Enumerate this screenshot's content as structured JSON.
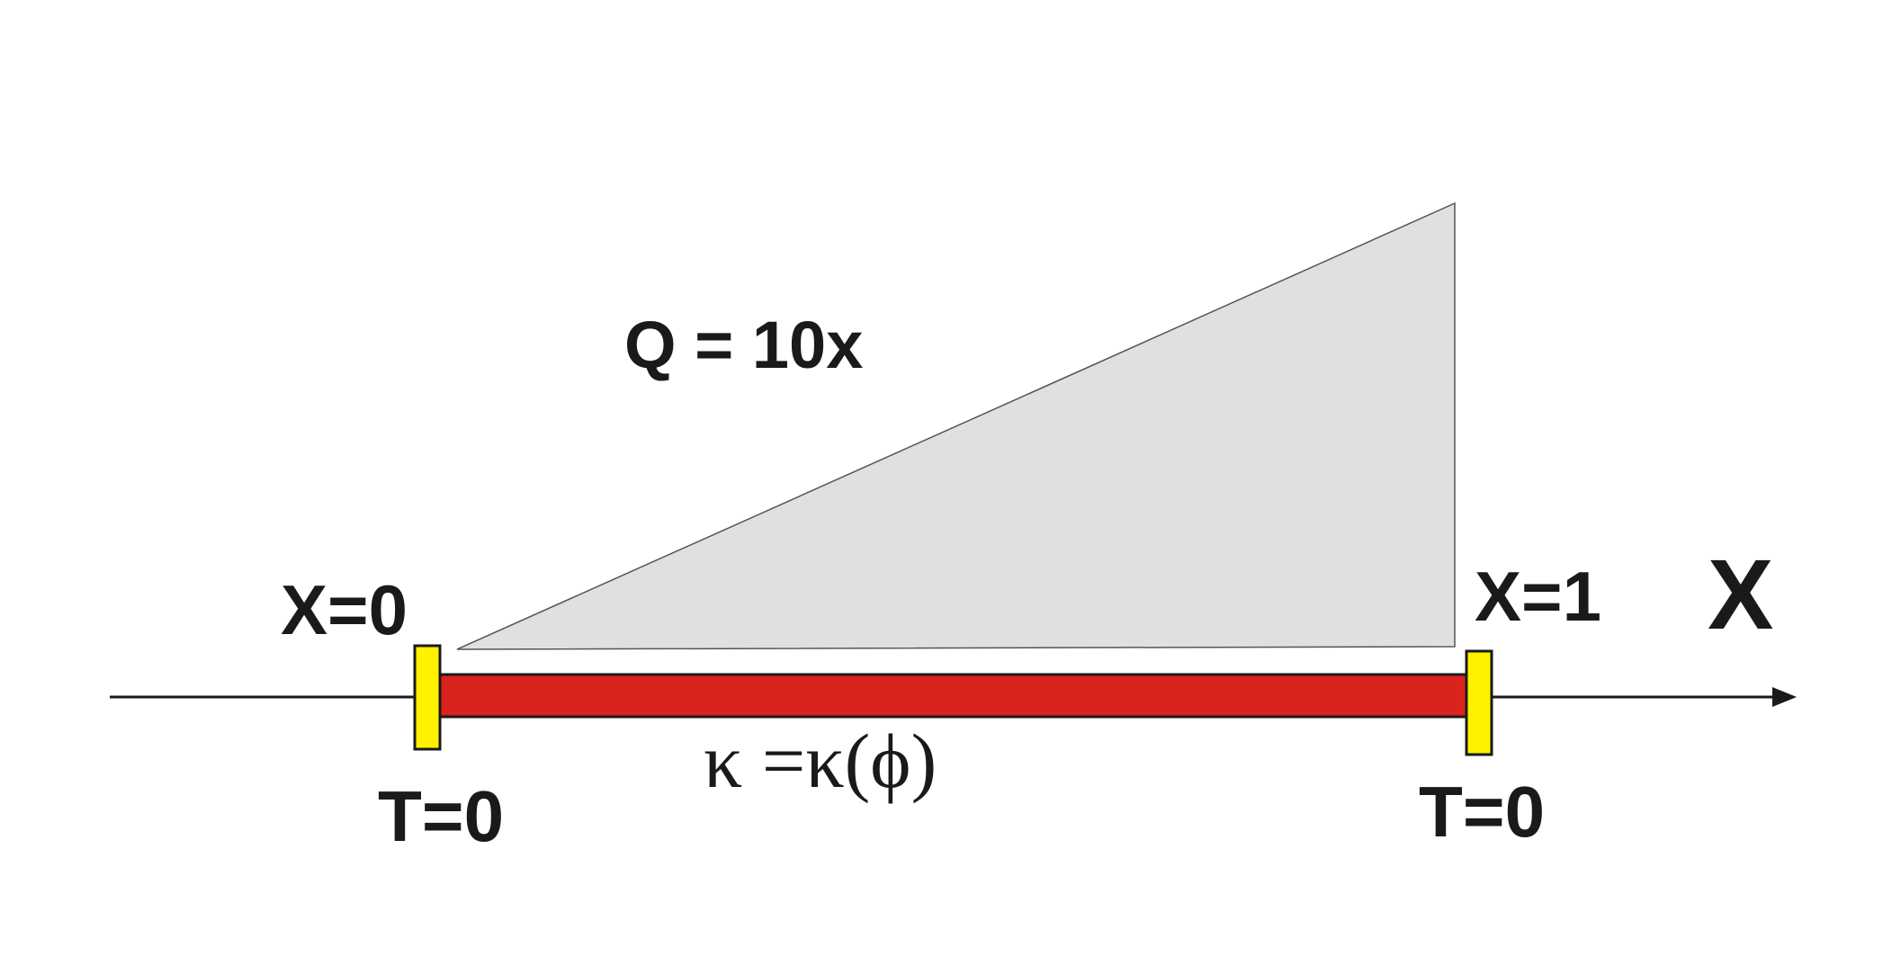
{
  "labels": {
    "source": "Q = 10x",
    "left_position": "X=0",
    "right_position": "X=1",
    "axis": "X",
    "left_boundary": "T=0",
    "right_boundary": "T=0",
    "conductivity": "κ =κ(ϕ)"
  },
  "colors": {
    "rod": "#d9231d",
    "boundary": "#fff200",
    "source_fill": "#e0e0df",
    "outline": "#1a1a1a"
  }
}
